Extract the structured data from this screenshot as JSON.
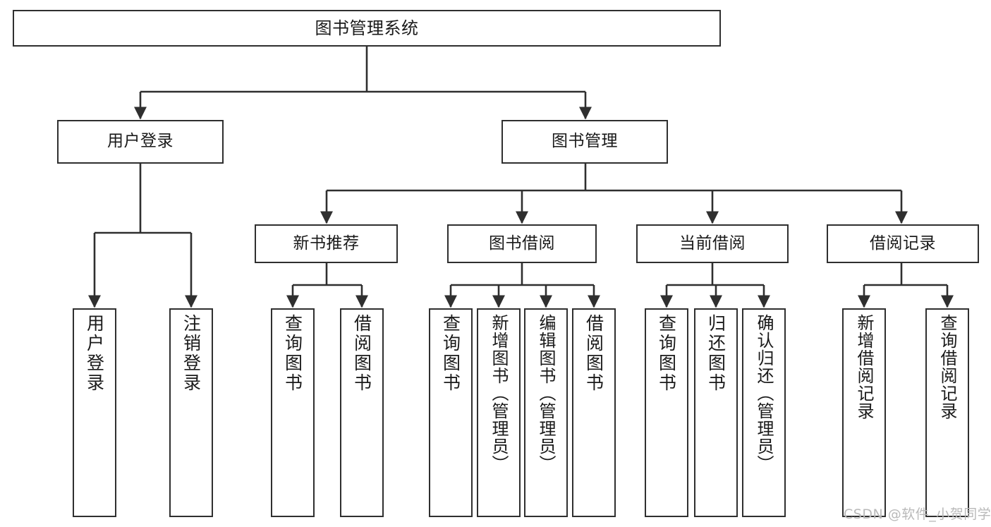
{
  "diagram": {
    "title": "图书管理系统",
    "type": "tree-hierarchy-chart",
    "line_color": "#2f2f2f",
    "box_fill": "#ffffff",
    "text_color": "#1a1a1a",
    "watermark": "CSDN @软件_小贺同学"
  },
  "root": {
    "label": "图书管理系统"
  },
  "level1": [
    {
      "label": "用户登录"
    },
    {
      "label": "图书管理"
    }
  ],
  "level2": [
    {
      "label": "新书推荐"
    },
    {
      "label": "图书借阅"
    },
    {
      "label": "当前借阅"
    },
    {
      "label": "借阅记录"
    }
  ],
  "leaves": {
    "user_login": [
      {
        "label": "用户登录"
      },
      {
        "label": "注销登录"
      }
    ],
    "new_book_recommend": [
      {
        "label": "查询图书"
      },
      {
        "label": "借阅图书"
      }
    ],
    "book_borrow": [
      {
        "label": "查询图书"
      },
      {
        "label": "新增图书（管理员）"
      },
      {
        "label": "编辑图书（管理员）"
      },
      {
        "label": "借阅图书"
      }
    ],
    "current_borrow": [
      {
        "label": "查询图书"
      },
      {
        "label": "归还图书"
      },
      {
        "label": "确认归还（管理员）"
      }
    ],
    "borrow_record": [
      {
        "label": "新增借阅记录"
      },
      {
        "label": "查询借阅记录"
      }
    ]
  }
}
